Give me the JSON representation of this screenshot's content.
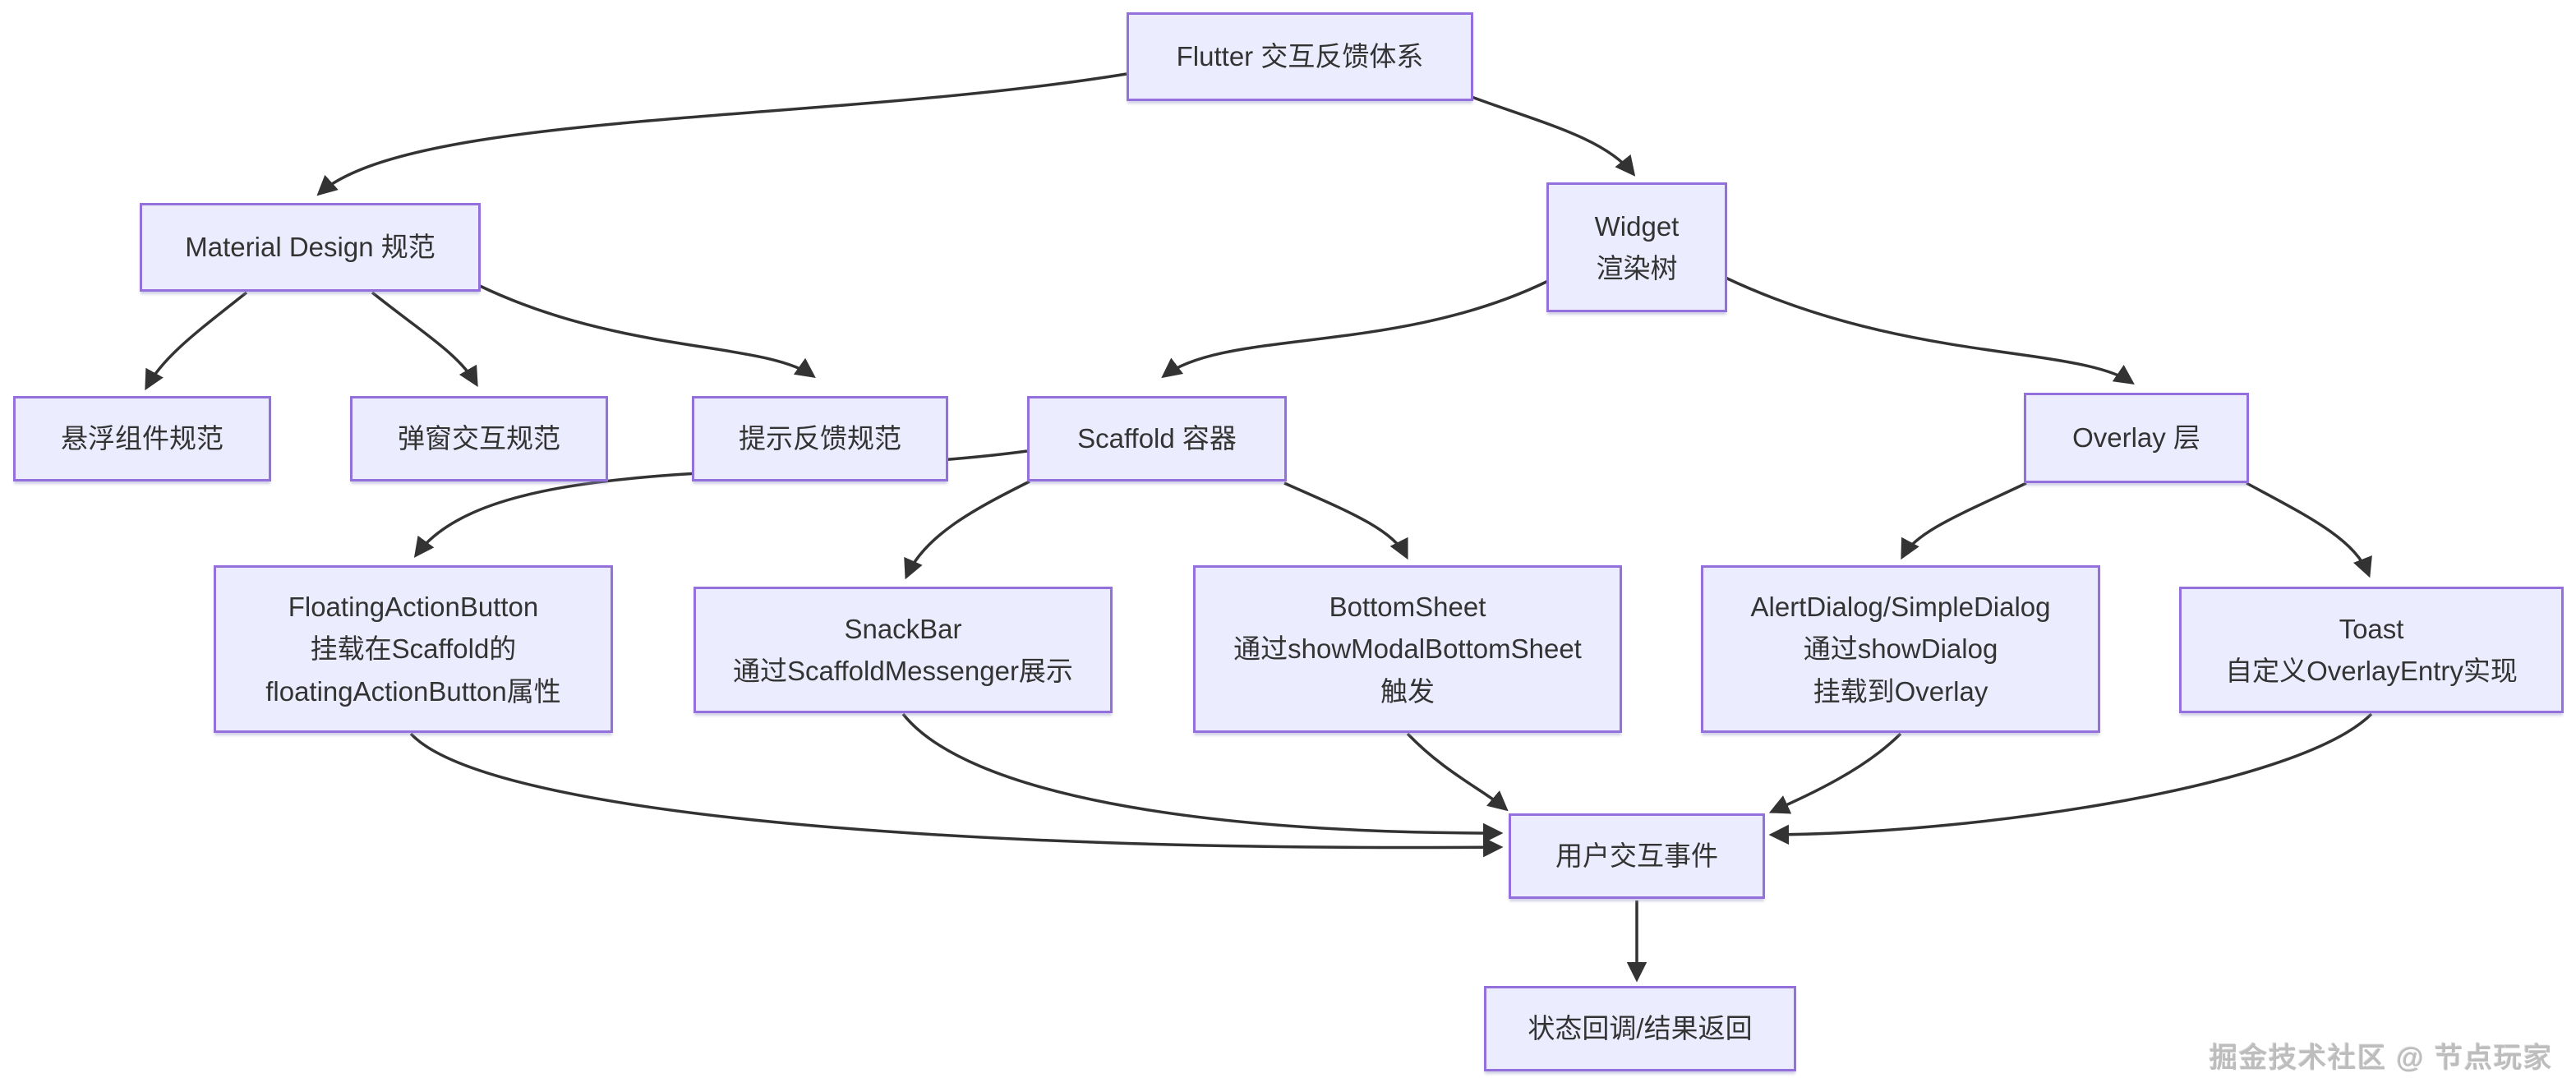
{
  "diagram": {
    "title_node": "Flutter 交互反馈体系",
    "background": "#ffffff",
    "node_fill": "#ECECFF",
    "node_border": "#9370DB",
    "edge_color": "#333333",
    "text_color": "#333333"
  },
  "nodes": {
    "root": {
      "label": "Flutter 交互反馈体系"
    },
    "material": {
      "label": "Material Design 规范"
    },
    "widget_tree": {
      "label": "Widget\n渲染树"
    },
    "floating_spec": {
      "label": "悬浮组件规范"
    },
    "dialog_spec": {
      "label": "弹窗交互规范"
    },
    "feedback_spec": {
      "label": "提示反馈规范"
    },
    "scaffold": {
      "label": "Scaffold 容器"
    },
    "overlay": {
      "label": "Overlay 层"
    },
    "fab": {
      "label": "FloatingActionButton\n挂载在Scaffold的\nfloatingActionButton属性"
    },
    "snackbar": {
      "label": "SnackBar\n通过ScaffoldMessenger展示"
    },
    "bottomsheet": {
      "label": "BottomSheet\n通过showModalBottomSheet\n触发"
    },
    "alertdialog": {
      "label": "AlertDialog/SimpleDialog\n通过showDialog\n挂载到Overlay"
    },
    "toast": {
      "label": "Toast\n自定义OverlayEntry实现"
    },
    "interaction": {
      "label": "用户交互事件"
    },
    "callback": {
      "label": "状态回调/结果返回"
    }
  },
  "edges": [
    {
      "from": "root",
      "to": "material"
    },
    {
      "from": "root",
      "to": "widget_tree"
    },
    {
      "from": "material",
      "to": "floating_spec"
    },
    {
      "from": "material",
      "to": "dialog_spec"
    },
    {
      "from": "material",
      "to": "feedback_spec"
    },
    {
      "from": "widget_tree",
      "to": "scaffold"
    },
    {
      "from": "widget_tree",
      "to": "overlay"
    },
    {
      "from": "scaffold",
      "to": "fab"
    },
    {
      "from": "scaffold",
      "to": "snackbar"
    },
    {
      "from": "scaffold",
      "to": "bottomsheet"
    },
    {
      "from": "overlay",
      "to": "alertdialog"
    },
    {
      "from": "overlay",
      "to": "toast"
    },
    {
      "from": "fab",
      "to": "interaction"
    },
    {
      "from": "snackbar",
      "to": "interaction"
    },
    {
      "from": "bottomsheet",
      "to": "interaction"
    },
    {
      "from": "alertdialog",
      "to": "interaction"
    },
    {
      "from": "toast",
      "to": "interaction"
    },
    {
      "from": "interaction",
      "to": "callback"
    }
  ],
  "watermark": "掘金技术社区 @ 节点玩家"
}
